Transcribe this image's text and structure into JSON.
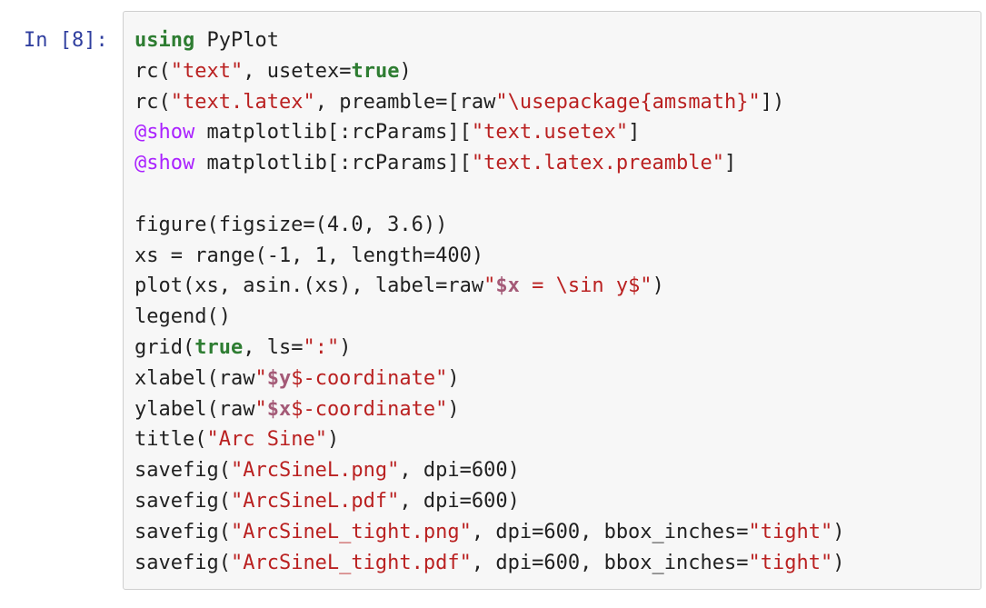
{
  "cell": {
    "prompt": "In [8]:",
    "lines": [
      [
        {
          "t": "keyword",
          "v": "using"
        },
        {
          "t": "plain",
          "v": " PyPlot"
        }
      ],
      [
        {
          "t": "plain",
          "v": "rc("
        },
        {
          "t": "string",
          "v": "\"text\""
        },
        {
          "t": "plain",
          "v": ", usetex="
        },
        {
          "t": "keyword",
          "v": "true"
        },
        {
          "t": "plain",
          "v": ")"
        }
      ],
      [
        {
          "t": "plain",
          "v": "rc("
        },
        {
          "t": "string",
          "v": "\"text.latex\""
        },
        {
          "t": "plain",
          "v": ", preamble=[raw"
        },
        {
          "t": "string",
          "v": "\"\\usepackage{amsmath}\""
        },
        {
          "t": "plain",
          "v": "])"
        }
      ],
      [
        {
          "t": "macro",
          "v": "@show"
        },
        {
          "t": "plain",
          "v": " matplotlib[:rcParams]["
        },
        {
          "t": "string",
          "v": "\"text.usetex\""
        },
        {
          "t": "plain",
          "v": "]"
        }
      ],
      [
        {
          "t": "macro",
          "v": "@show"
        },
        {
          "t": "plain",
          "v": " matplotlib[:rcParams]["
        },
        {
          "t": "string",
          "v": "\"text.latex.preamble\""
        },
        {
          "t": "plain",
          "v": "]"
        }
      ],
      [],
      [
        {
          "t": "plain",
          "v": "figure(figsize=(4.0, 3.6))"
        }
      ],
      [
        {
          "t": "plain",
          "v": "xs = range(-1, 1, length=400)"
        }
      ],
      [
        {
          "t": "plain",
          "v": "plot(xs, asin.(xs), label=raw"
        },
        {
          "t": "string",
          "v": "\""
        },
        {
          "t": "interp",
          "v": "$x"
        },
        {
          "t": "string",
          "v": " = \\sin y$\""
        },
        {
          "t": "plain",
          "v": ")"
        }
      ],
      [
        {
          "t": "plain",
          "v": "legend()"
        }
      ],
      [
        {
          "t": "plain",
          "v": "grid("
        },
        {
          "t": "keyword",
          "v": "true"
        },
        {
          "t": "plain",
          "v": ", ls="
        },
        {
          "t": "string",
          "v": "\":\""
        },
        {
          "t": "plain",
          "v": ")"
        }
      ],
      [
        {
          "t": "plain",
          "v": "xlabel(raw"
        },
        {
          "t": "string",
          "v": "\""
        },
        {
          "t": "interp",
          "v": "$y"
        },
        {
          "t": "string",
          "v": "$-coordinate\""
        },
        {
          "t": "plain",
          "v": ")"
        }
      ],
      [
        {
          "t": "plain",
          "v": "ylabel(raw"
        },
        {
          "t": "string",
          "v": "\""
        },
        {
          "t": "interp",
          "v": "$x"
        },
        {
          "t": "string",
          "v": "$-coordinate\""
        },
        {
          "t": "plain",
          "v": ")"
        }
      ],
      [
        {
          "t": "plain",
          "v": "title("
        },
        {
          "t": "string",
          "v": "\"Arc Sine\""
        },
        {
          "t": "plain",
          "v": ")"
        }
      ],
      [
        {
          "t": "plain",
          "v": "savefig("
        },
        {
          "t": "string",
          "v": "\"ArcSineL.png\""
        },
        {
          "t": "plain",
          "v": ", dpi=600)"
        }
      ],
      [
        {
          "t": "plain",
          "v": "savefig("
        },
        {
          "t": "string",
          "v": "\"ArcSineL.pdf\""
        },
        {
          "t": "plain",
          "v": ", dpi=600)"
        }
      ],
      [
        {
          "t": "plain",
          "v": "savefig("
        },
        {
          "t": "string",
          "v": "\"ArcSineL_tight.png\""
        },
        {
          "t": "plain",
          "v": ", dpi=600, bbox_inches="
        },
        {
          "t": "string",
          "v": "\"tight\""
        },
        {
          "t": "plain",
          "v": ")"
        }
      ],
      [
        {
          "t": "plain",
          "v": "savefig("
        },
        {
          "t": "string",
          "v": "\"ArcSineL_tight.pdf\""
        },
        {
          "t": "plain",
          "v": ", dpi=600, bbox_inches="
        },
        {
          "t": "string",
          "v": "\"tight\""
        },
        {
          "t": "plain",
          "v": ")"
        }
      ]
    ]
  },
  "colors": {
    "prompt": "#303f9f",
    "keyword": "#2e7d32",
    "string": "#ba2121",
    "macro": "#aa22ff",
    "interp": "#a45a77",
    "cell_background": "#f7f7f7",
    "cell_border": "#cfcfcf"
  }
}
